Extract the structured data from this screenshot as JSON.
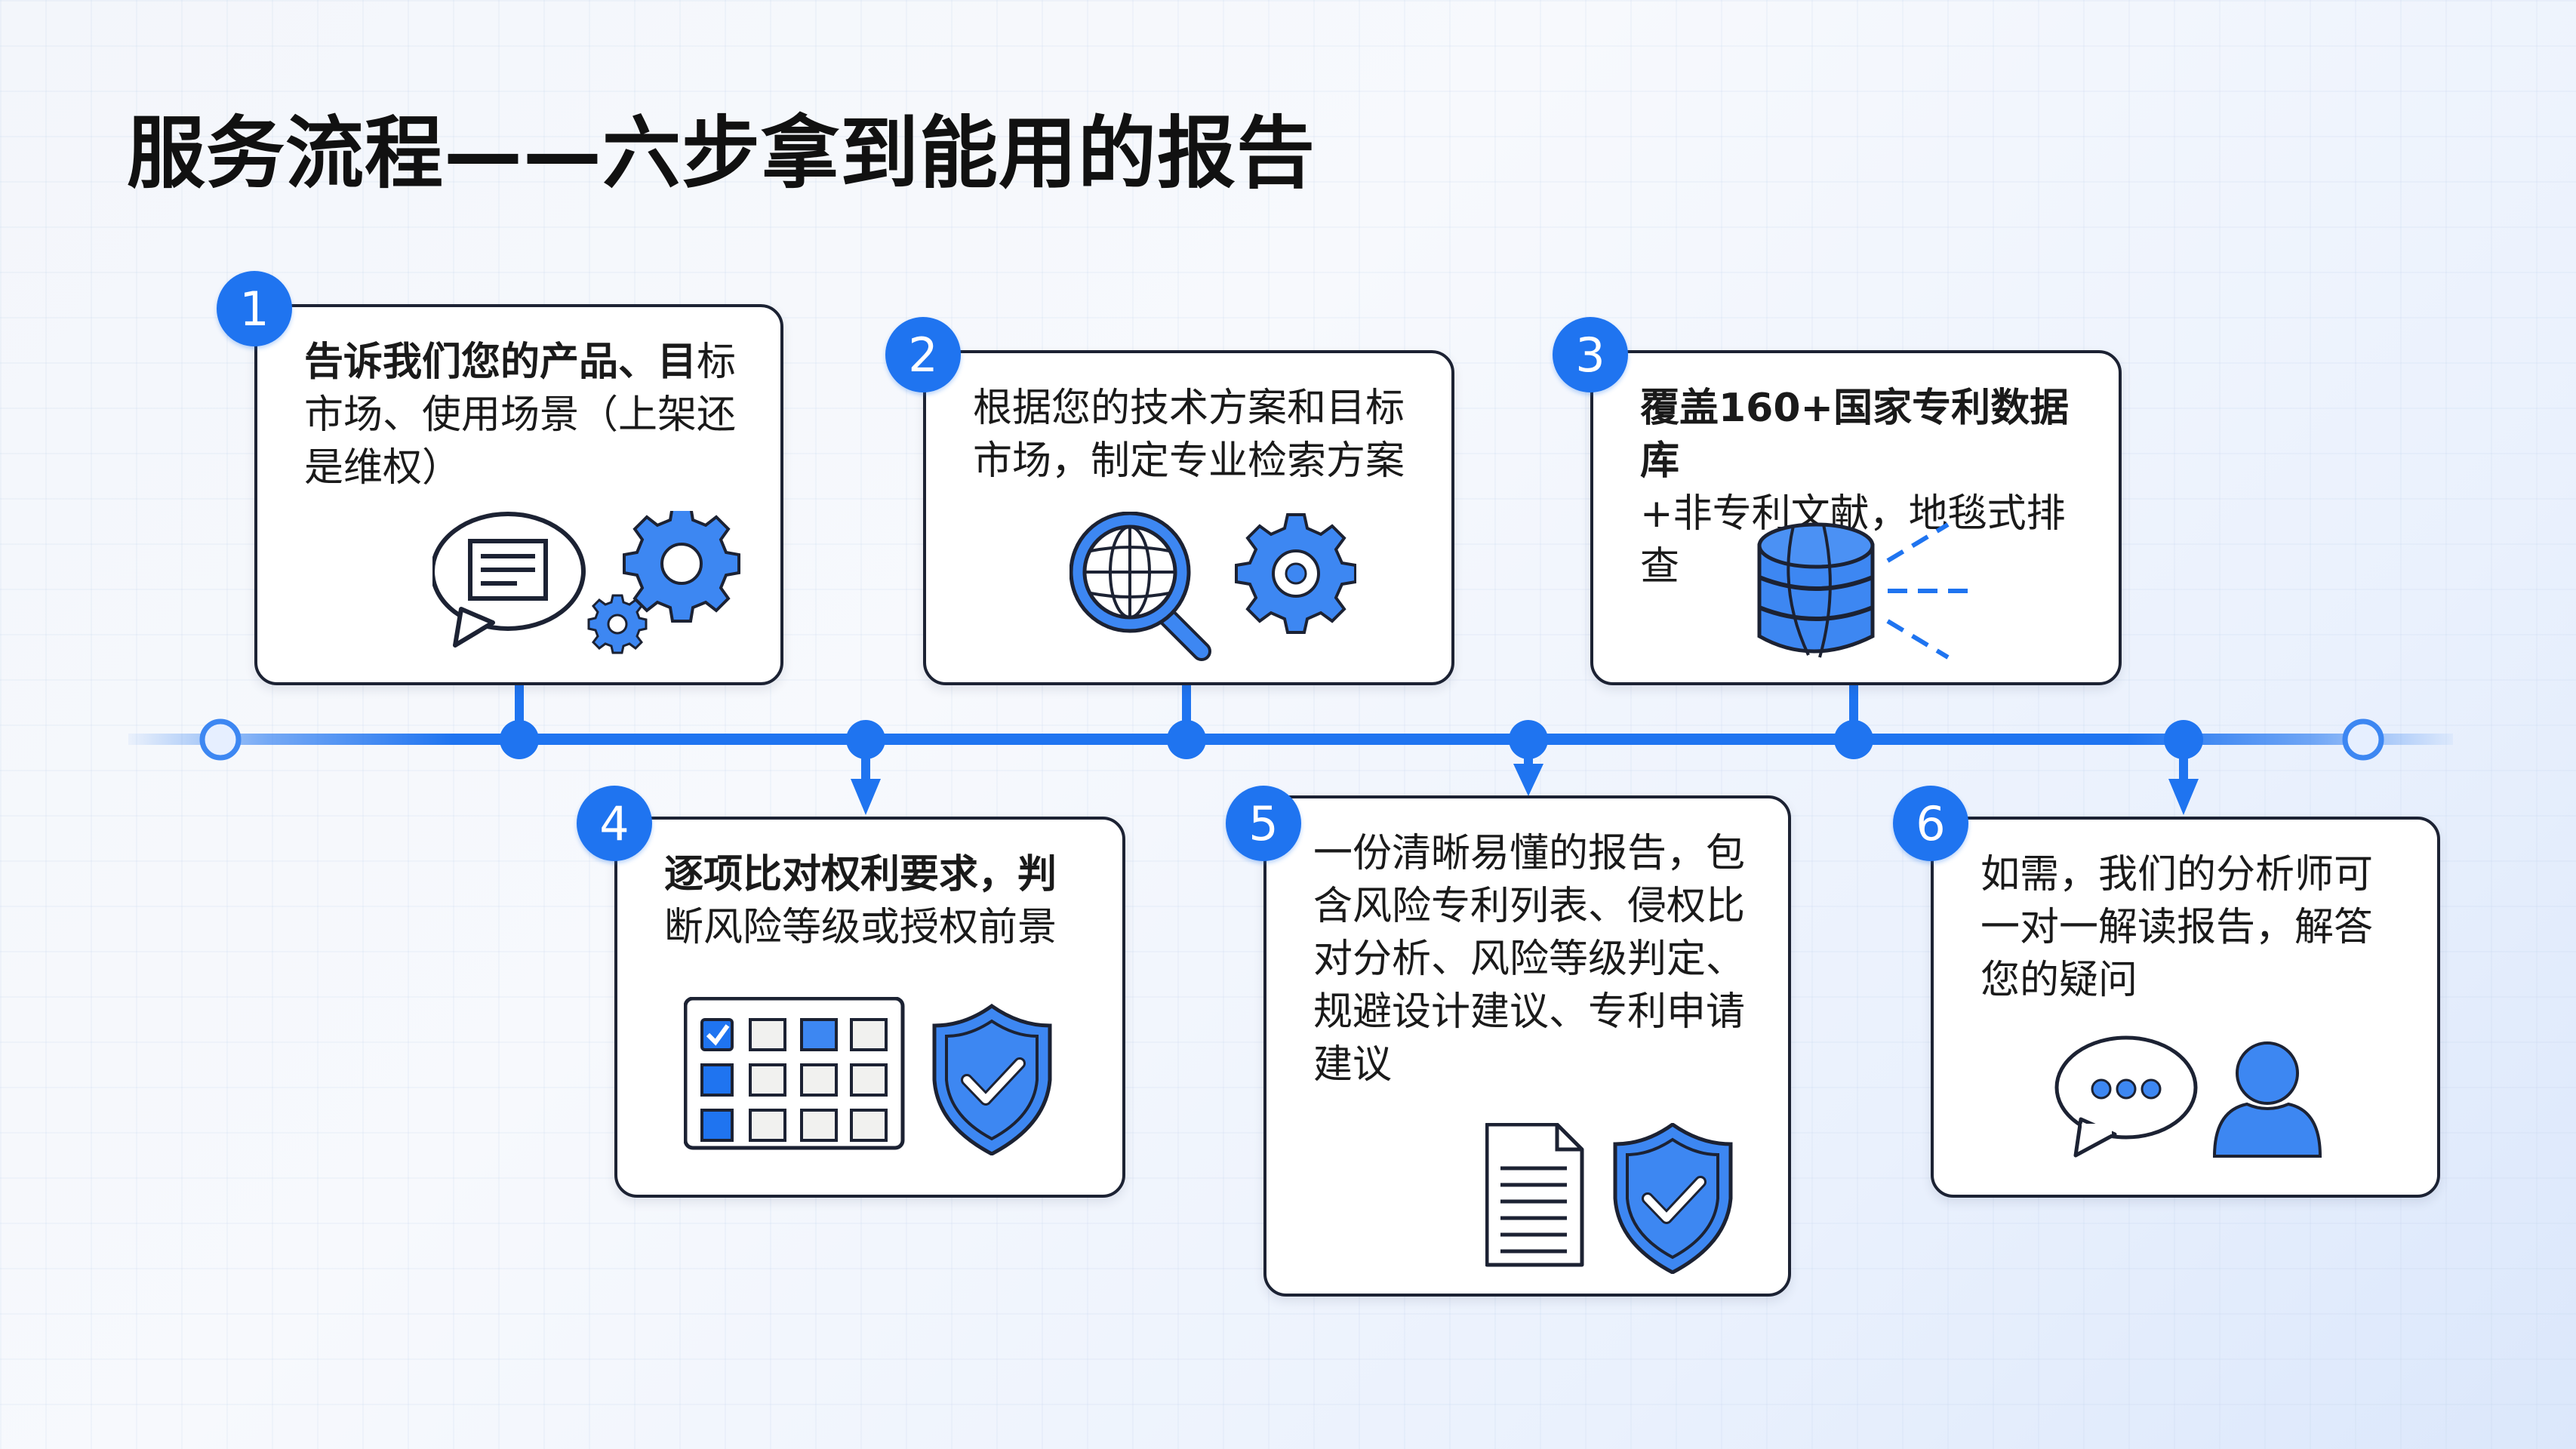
{
  "title": "服务流程——六步拿到能用的报告",
  "colors": {
    "accent": "#1f74f0",
    "accent_light": "#3d87f2",
    "outline": "#1c2233",
    "text": "#1a1a1a"
  },
  "steps": [
    {
      "number": "1",
      "lead": "告诉我们您的产品、目",
      "rest": "标市场、使用场景（上架还是维权）",
      "icons": [
        "speech-bubble-document-icon",
        "gears-icon"
      ]
    },
    {
      "number": "2",
      "lead": "",
      "rest": "根据您的技术方案和目标市场，制定专业检索方案",
      "icons": [
        "globe-magnifier-icon",
        "gear-icon"
      ]
    },
    {
      "number": "3",
      "lead": "覆盖160+国家专利数据库",
      "rest": "+非专利文献，地毯式排查",
      "icons": [
        "database-globe-scan-icon"
      ]
    },
    {
      "number": "4",
      "lead": "逐项比对权利要求，判",
      "rest": "断风险等级或授权前景",
      "icons": [
        "checklist-grid-icon",
        "shield-check-icon"
      ]
    },
    {
      "number": "5",
      "lead": "",
      "rest": "一份清晰易懂的报告，包含风险专利列表、侵权比对分析、风险等级判定、规避设计建议、专利申请建议",
      "icons": [
        "document-icon",
        "shield-check-icon"
      ]
    },
    {
      "number": "6",
      "lead": "",
      "rest": "如需，我们的分析师可一对一解读报告，解答您的疑问",
      "icons": [
        "chat-bubble-dots-icon",
        "person-icon"
      ]
    }
  ]
}
